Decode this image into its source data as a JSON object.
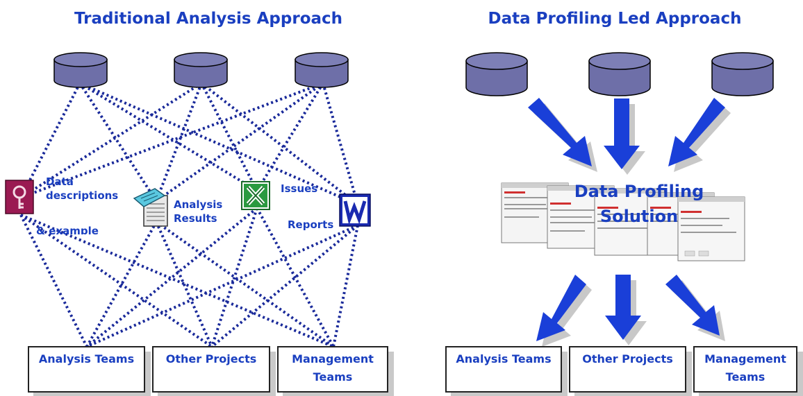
{
  "left_panel": {
    "title": "Traditional Analysis Approach",
    "labels": {
      "data_descriptions": "Data descriptions",
      "example": "& example",
      "analysis_results": "Analysis Results",
      "issues": "Issues",
      "reports": "Reports"
    },
    "teams": [
      "Analysis Teams",
      "Other Projects",
      "Management Teams"
    ]
  },
  "right_panel": {
    "title": "Data Profiling Led Approach",
    "solution": "Data Profiling Solution",
    "teams": [
      "Analysis Teams",
      "Other Projects",
      "Management Teams"
    ]
  },
  "colors": {
    "accent": "#1a3fc0",
    "database_fill": "#6e6fa8",
    "arrow": "#1a3fd8"
  }
}
